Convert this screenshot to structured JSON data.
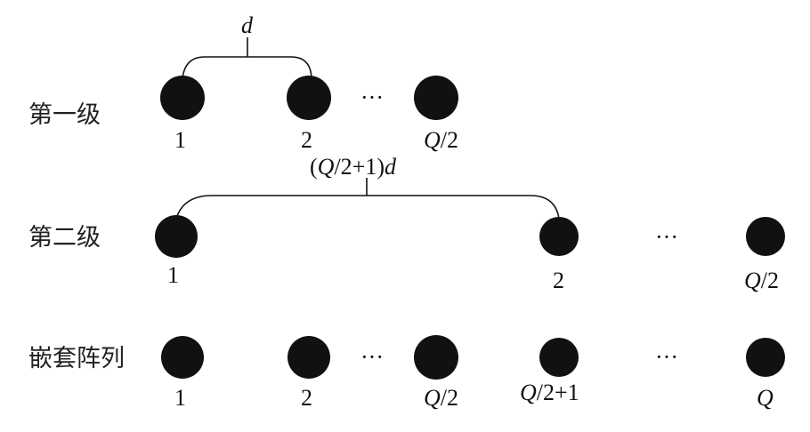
{
  "row_labels": {
    "level1": "第一级",
    "level2": "第二级",
    "nested": "嵌套阵列"
  },
  "spacing_labels": {
    "level1": "d",
    "level2_prefix": "(",
    "level2_Q": "Q",
    "level2_mid": "/2+1)",
    "level2_d": "d"
  },
  "ellipsis": "···",
  "element_labels": {
    "one": "1",
    "two": "2",
    "Q": "Q",
    "half": "/2",
    "half_plus": "/2+1"
  }
}
